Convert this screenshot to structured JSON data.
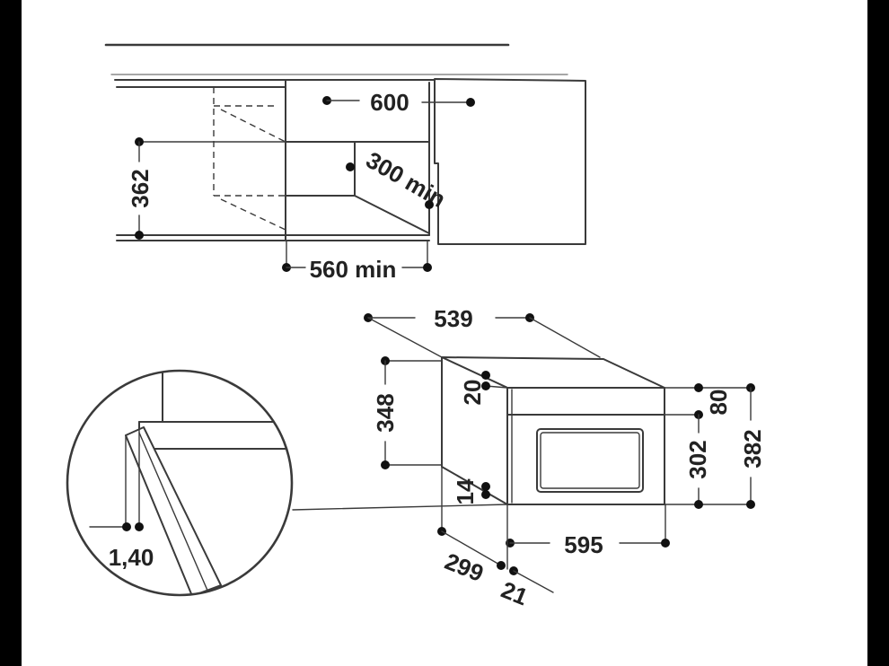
{
  "colors": {
    "background": "#ffffff",
    "frame": "#000000",
    "line": "#3a3a3a",
    "dot": "#111111"
  },
  "niche_view": {
    "width_label": "600",
    "height_label": "362",
    "depth_label": "300 min",
    "opening_width_label": "560 min"
  },
  "appliance_view": {
    "depth_label": "539",
    "body_height_label": "348",
    "top_offset_label": "20",
    "bottom_offset_label": "14",
    "panel_height_label": "80",
    "door_height_label": "302",
    "front_height_label": "382",
    "front_width_label": "595",
    "body_depth_label": "299",
    "front_thickness_label": "21"
  },
  "detail_view": {
    "gap_label": "1,40"
  }
}
